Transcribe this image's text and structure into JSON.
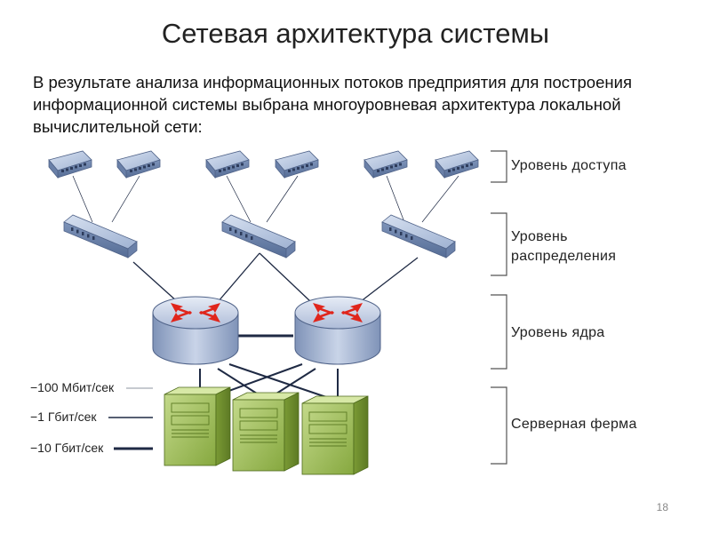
{
  "title": "Сетевая архитектура системы",
  "intro": "В результате анализа информационных потоков предприятия для построения информационной системы выбрана многоуровневая архитектура локальной вычислительной сети:",
  "levels": [
    {
      "label": "Уровень доступа"
    },
    {
      "label": "Уровень распределения"
    },
    {
      "label": "Уровень ядра"
    },
    {
      "label": "Серверная ферма"
    }
  ],
  "legend": [
    {
      "label": "−100 Мбит/сек",
      "line": "thin"
    },
    {
      "label": "−1 Гбит/сек",
      "line": "medium"
    },
    {
      "label": "−10 Гбит/сек",
      "line": "thick"
    }
  ],
  "colors": {
    "switch_body": "#8fa3c4",
    "router_body": "#b9c6dd",
    "router_arrows": "#e0251b",
    "server_body": "#9dbb57",
    "link": "#1f2a44"
  },
  "page_number": "18"
}
